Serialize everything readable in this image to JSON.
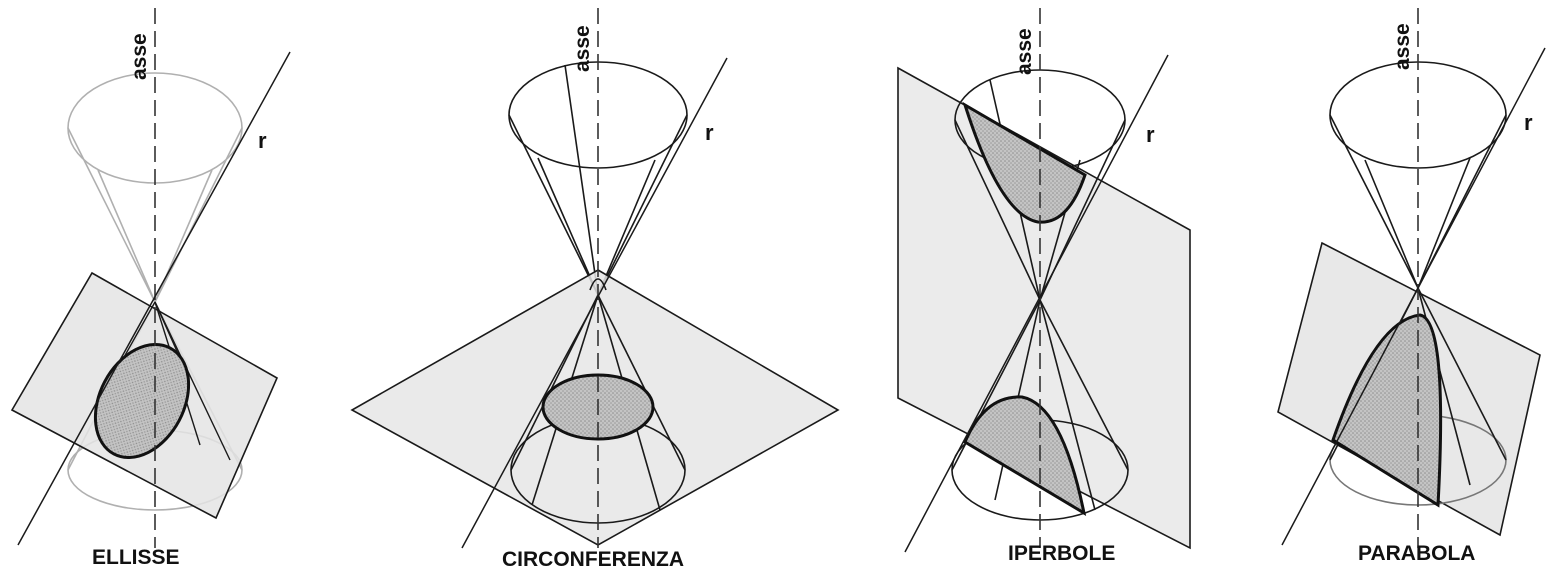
{
  "panels": [
    {
      "caption": "ELLISSE",
      "axis_label": "asse",
      "line_label": "r"
    },
    {
      "caption": "CIRCONFERENZA",
      "axis_label": "asse",
      "line_label": "r"
    },
    {
      "caption": "IPERBOLE",
      "axis_label": "asse",
      "line_label": "r"
    },
    {
      "caption": "PARABOLA",
      "axis_label": "asse",
      "line_label": "r"
    }
  ],
  "colors": {
    "line": "#1a1a1a",
    "faint_line": "#a8a8a8",
    "plane_fill": "#e6e6e6",
    "section_fill": "#b9b9b9"
  }
}
